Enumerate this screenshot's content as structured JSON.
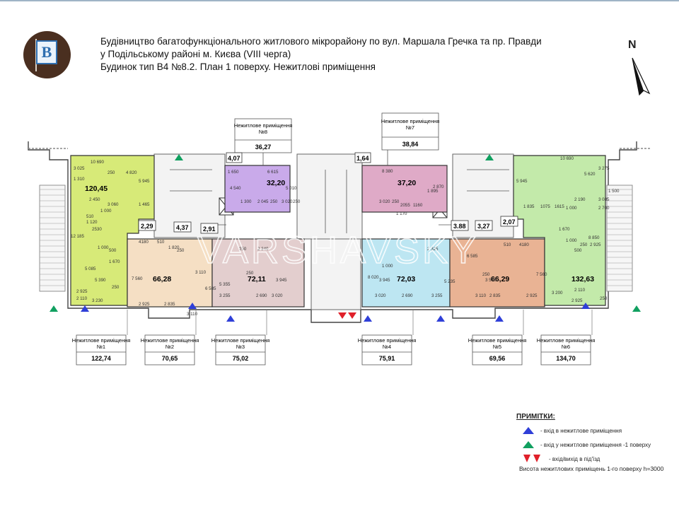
{
  "header": {
    "logo_letter": "B",
    "title_lines": [
      "Будівництво багатофункціонального житлового мікрорайону по вул. Маршала Гречка та пр. Правди",
      "у Подільському районі м. Києва (VIII черга)",
      "Будинок тип В4  №8.2. План 1 поверху. Нежитлові приміщення"
    ],
    "north": "N"
  },
  "colors": {
    "room1": "#d7ea78",
    "room2": "#f5dfc4",
    "room3": "#e3cece",
    "room4": "#bde6f2",
    "room5": "#e9b394",
    "room6": "#c3eaaa",
    "room7": "#dfaac7",
    "room8": "#c9aaea",
    "entry_nonres": "#2f3fd8",
    "entry_basement": "#11a060",
    "entry_lobby": "#e0202a"
  },
  "rooms": [
    {
      "id": "1",
      "area": "120,45"
    },
    {
      "id": "2",
      "area": "66,28"
    },
    {
      "id": "3",
      "area": "72,11"
    },
    {
      "id": "4",
      "area": "72,03"
    },
    {
      "id": "5",
      "area": "66,29"
    },
    {
      "id": "6",
      "area": "132,63"
    },
    {
      "id": "7",
      "area": "37,20"
    },
    {
      "id": "8",
      "area": "32,20"
    }
  ],
  "small_areas": [
    "2,29",
    "4,37",
    "2,91",
    "3.88",
    "3,27",
    "2,07"
  ],
  "top_labels": [
    {
      "label": "Нежитлове приміщення №8",
      "area": "36,27",
      "side": "4,07"
    },
    {
      "label": "Нежитлове приміщення №7",
      "area": "38,84",
      "side": "1,64"
    }
  ],
  "bottom_labels": [
    {
      "label": "Нежитлове приміщення №1",
      "area": "122,74"
    },
    {
      "label": "Нежитлове приміщення №2",
      "area": "70,65"
    },
    {
      "label": "Нежитлове приміщення №3",
      "area": "75,02"
    },
    {
      "label": "Нежитлове приміщення №4",
      "area": "75,91"
    },
    {
      "label": "Нежитлове приміщення №5",
      "area": "69,56"
    },
    {
      "label": "Нежитлове приміщення №6",
      "area": "134,70"
    }
  ],
  "dims": {
    "r1": [
      "10 690",
      "250",
      "4 820",
      "3 025",
      "1 310",
      "5 945",
      "2 450",
      "1 000",
      "3 060",
      "1 465",
      "12 185",
      "510",
      "1 120",
      "2530",
      "1 000",
      "5 085",
      "5 390",
      "500",
      "1 670",
      "2 925",
      "2 110",
      "3 230",
      "250"
    ],
    "r8": [
      "1 650",
      "6 615",
      "4 540",
      "5 010",
      "1 300",
      "2 045",
      "250",
      "3 020",
      "250"
    ],
    "r7": [
      "8 380",
      "2 870",
      "1 895",
      "3 020",
      "250",
      "2055",
      "1160",
      "1 170"
    ],
    "r6": [
      "10 690",
      "5 620",
      "3 275",
      "5 945",
      "1 500",
      "1 835",
      "1075",
      "1615",
      "2 190",
      "1 000",
      "2 700",
      "3 085",
      "1 670",
      "1 000",
      "8 850",
      "500",
      "250",
      "2 925",
      "2 110",
      "3 200",
      "2 925",
      "250"
    ],
    "r2": [
      "4180",
      "510",
      "1 820",
      "250",
      "7 560",
      "3 110",
      "6 585",
      "2 925",
      "2 835",
      "3 110"
    ],
    "r3": [
      "250",
      "2 340",
      "5 355",
      "3 945",
      "3 255",
      "2 690",
      "250",
      "3 020"
    ],
    "r4": [
      "3 020",
      "2 690",
      "3 255",
      "3 945",
      "5 235",
      "8 020",
      "1 000",
      "2 325"
    ],
    "r5": [
      "510",
      "4180",
      "7 560",
      "3 570",
      "3 110",
      "2 835",
      "2 925",
      "6 585",
      "250"
    ]
  },
  "legend": {
    "heading": "ПРИМІТКИ:",
    "items": [
      {
        "text": "- вхід в нежитлове приміщення"
      },
      {
        "text": "- вхід у нежитлове приміщення -1 поверху"
      },
      {
        "text": "- вхід/вихід в під'їзд"
      }
    ]
  },
  "height_note": "Висота нежитлових приміщень 1-го поверху h=3000",
  "watermark": "VARSHAVSKY"
}
